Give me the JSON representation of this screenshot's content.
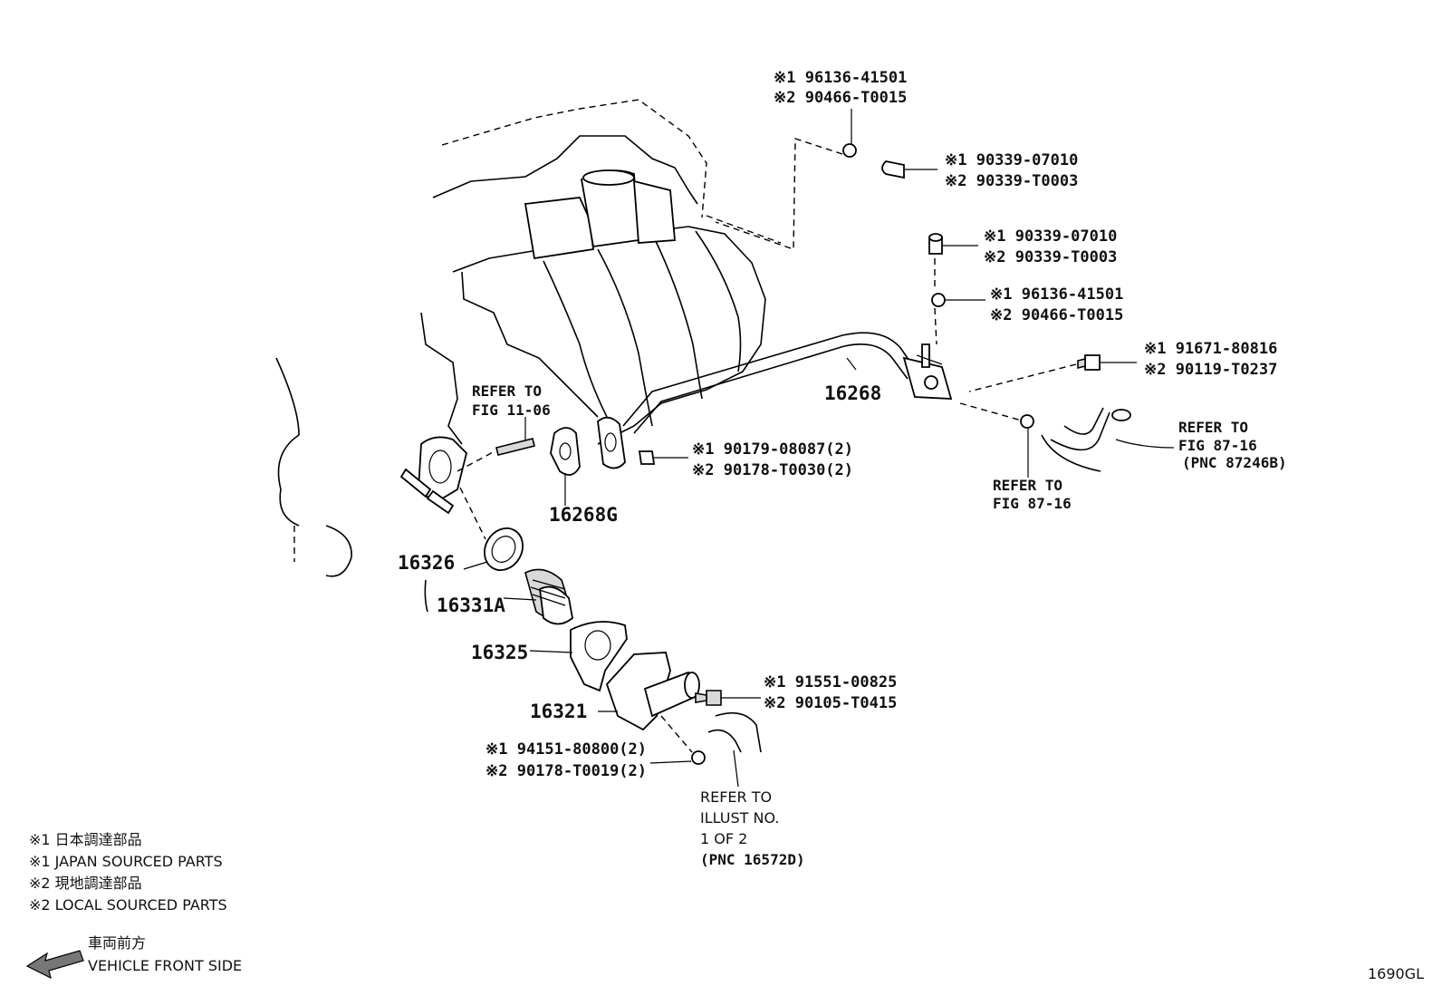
{
  "parts": {
    "p16268": "16268",
    "p16268g": "16268G",
    "p16326": "16326",
    "p16331a": "16331A",
    "p16325": "16325",
    "p16321": "16321"
  },
  "callouts": {
    "clamp_top_1": "※1 96136-41501",
    "clamp_top_2": "※2 90466-T0015",
    "plug_top_1": "※1 90339-07010",
    "plug_top_2": "※2 90339-T0003",
    "plug_mid_1": "※1 90339-07010",
    "plug_mid_2": "※2 90339-T0003",
    "clamp_mid_1": "※1 96136-41501",
    "clamp_mid_2": "※2 90466-T0015",
    "bolt_right_1": "※1 91671-80816",
    "bolt_right_2": "※2 90119-T0237",
    "nut_left_1": "※1 90179-08087(2)",
    "nut_left_2": "※2 90178-T0030(2)",
    "bolt_low_1": "※1 91551-00825",
    "bolt_low_2": "※2 90105-T0415",
    "nut_low_1": "※1 94151-80800(2)",
    "nut_low_2": "※2 90178-T0019(2)"
  },
  "refs": {
    "fig1106_1": "REFER TO",
    "fig1106_2": "FIG 11-06",
    "fig8716a_1": "REFER TO",
    "fig8716a_2": "FIG 87-16",
    "fig8716a_3": "(PNC 87246B)",
    "fig8716b_1": "REFER TO",
    "fig8716b_2": "FIG 87-16",
    "illust_1": "REFER TO",
    "illust_2": "ILLUST NO.",
    "illust_3": "1 OF 2",
    "illust_4": "(PNC 16572D)"
  },
  "legend": {
    "l1": "※1 日本調達部品",
    "l2": "※1 JAPAN SOURCED PARTS",
    "l3": "※2 現地調達部品",
    "l4": "※2 LOCAL SOURCED PARTS",
    "front_jp": "車両前方",
    "front_en": "VEHICLE FRONT SIDE"
  },
  "diagram_code": "1690GL"
}
